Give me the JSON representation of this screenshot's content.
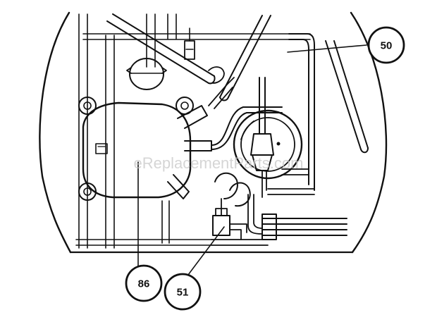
{
  "diagram": {
    "watermark": "eReplacementParts.com",
    "callouts": [
      {
        "id": "50",
        "label": "50",
        "part": "capillary-tube"
      },
      {
        "id": "86",
        "label": "86",
        "part": "compressor"
      },
      {
        "id": "51",
        "label": "51",
        "part": "valve-assembly"
      }
    ]
  },
  "colors": {
    "line": "#111111",
    "background": "#ffffff",
    "watermark": "#c8c8c8"
  }
}
